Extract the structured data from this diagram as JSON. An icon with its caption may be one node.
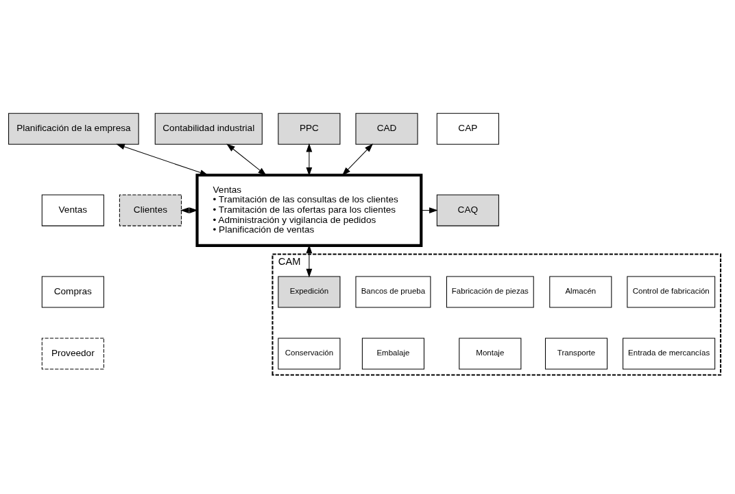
{
  "diagram": {
    "nodes": [
      {
        "text": [
          "Planificación de la empresa"
        ]
      },
      {
        "text": [
          "Contabilidad industrial"
        ]
      },
      {
        "text": [
          "PPC"
        ]
      },
      {
        "text": [
          "CAD"
        ]
      },
      {
        "text": [
          "CAP"
        ]
      },
      {
        "text": [
          "Ventas"
        ]
      },
      {
        "text": [
          "Compras"
        ]
      },
      {
        "text": [
          "Clientes"
        ]
      },
      {
        "text": [
          "Proveedor"
        ]
      },
      {
        "text": [
          "Ventas",
          "• Tramitación de las consultas de los clientes",
          "• Tramitación de las ofertas para los clientes",
          "• Administración y vigilancia de pedidos",
          "• Planificación de ventas"
        ]
      },
      {
        "text": [
          "CAQ"
        ]
      },
      {
        "text": [
          "CAM"
        ]
      },
      {
        "text": [
          "Control de fabricación"
        ],
        "in": 11
      },
      {
        "text": [
          "Almacén"
        ],
        "in": 11
      },
      {
        "text": [
          "Fabricación de piezas"
        ],
        "in": 11
      },
      {
        "text": [
          "Bancos de prueba"
        ],
        "in": 11
      },
      {
        "text": [
          "Expedición"
        ],
        "in": 11
      },
      {
        "text": [
          "Entrada de mercancías"
        ],
        "in": 11
      },
      {
        "text": [
          "Transporte"
        ],
        "in": 11
      },
      {
        "text": [
          "Montaje"
        ],
        "in": 11
      },
      {
        "text": [
          "Embalaje"
        ],
        "in": 11
      },
      {
        "text": [
          "Conservación"
        ],
        "in": 11
      }
    ],
    "edges": [
      {
        "from": 0,
        "to": 9,
        "arrow": "both"
      },
      {
        "from": 1,
        "to": 9,
        "arrow": "both"
      },
      {
        "from": 2,
        "to": 9,
        "arrow": "both"
      },
      {
        "from": 3,
        "to": 9,
        "arrow": "both"
      },
      {
        "from": 7,
        "to": 9,
        "arrow": "both"
      },
      {
        "from": 9,
        "to": 10,
        "arrow": "to"
      },
      {
        "from": 9,
        "to": 16,
        "arrow": "both"
      }
    ]
  }
}
